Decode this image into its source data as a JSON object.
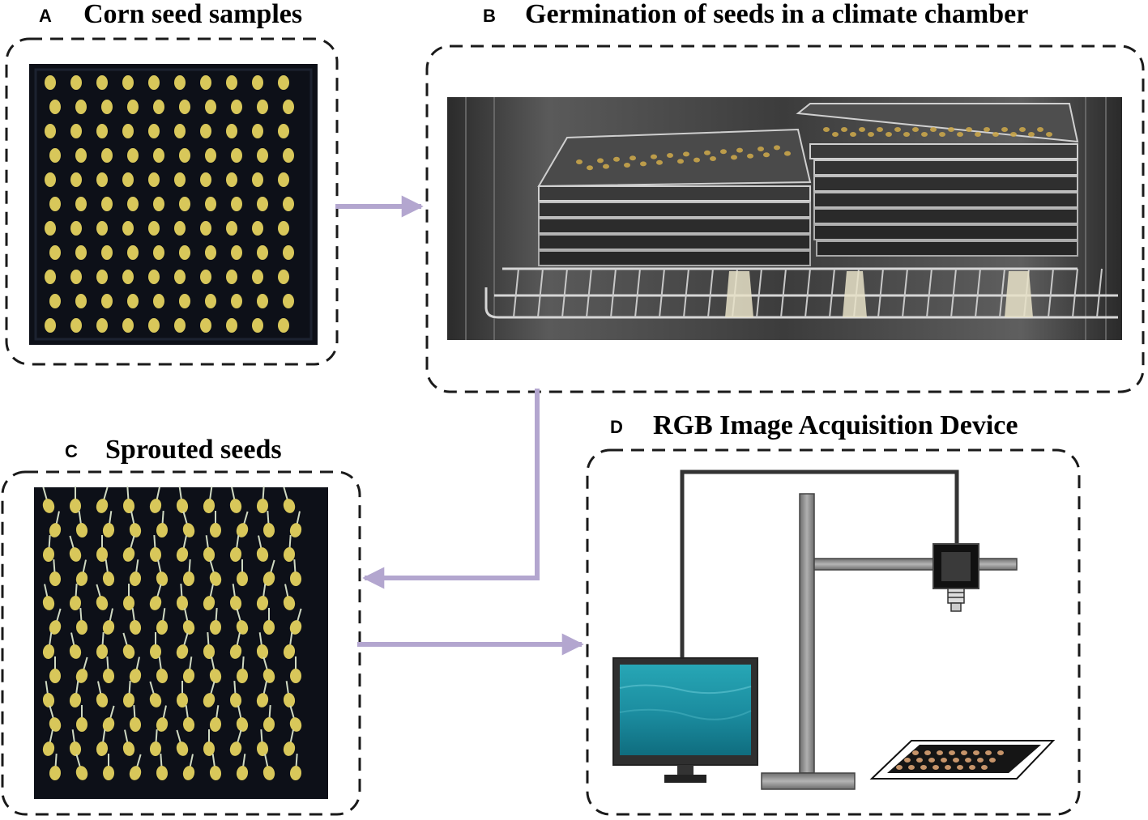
{
  "panels": {
    "a": {
      "letter": "A",
      "title": "Corn seed samples"
    },
    "b": {
      "letter": "B",
      "title": "Germination of seeds in a climate chamber"
    },
    "c": {
      "letter": "C",
      "title": "Sprouted seeds"
    },
    "d": {
      "letter": "D",
      "title": "RGB Image Acquisition Device"
    }
  },
  "colors": {
    "arrow": "#b3a6cf",
    "tray_background": "#0d1018",
    "seed": "#d8c75a",
    "sprout": "#cfd9c2",
    "screen": "#1f9fb0",
    "device_gray": "#8a8a8a"
  }
}
